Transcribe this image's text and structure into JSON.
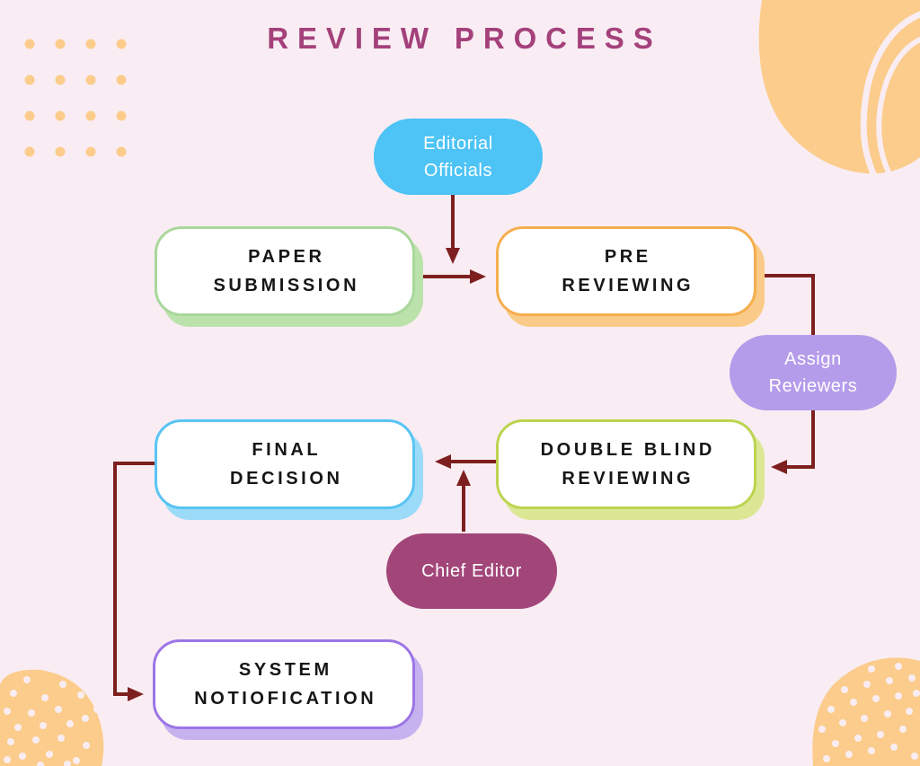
{
  "title": "REVIEW PROCESS",
  "colors": {
    "background": "#F9EDF3",
    "title": "#A4417B",
    "arrow": "#7E1F1F",
    "node_text": "#161616",
    "pill_text": "#FFFFFF",
    "editorial_fill": "#4EC3F5",
    "assign_fill": "#B59CEA",
    "chief_fill": "#A24679",
    "green_border": "#A9D79B",
    "green_shadow": "#BCE2AC",
    "orange_border": "#F6AE4E",
    "orange_shadow": "#FACB88",
    "lime_border": "#BCD450",
    "lime_shadow": "#DCE795",
    "blue_border": "#59C4F3",
    "blue_shadow": "#9BDBF8",
    "purple_border": "#9D75E6",
    "purple_shadow": "#C7B2F0",
    "deco_orange": "#FBCC8B"
  },
  "steps": {
    "paper_submission": {
      "line1": "PAPER",
      "line2": "SUBMISSION"
    },
    "pre_reviewing": {
      "line1": "PRE",
      "line2": "REVIEWING"
    },
    "double_blind_reviewing": {
      "line1": "DOUBLE BLIND",
      "line2": "REVIEWING"
    },
    "final_decision": {
      "line1": "FINAL",
      "line2": "DECISION"
    },
    "system_notification": {
      "line1": "SYSTEM",
      "line2": "NOTIOFICATION"
    }
  },
  "actors": {
    "editorial_officials": {
      "line1": "Editorial",
      "line2": "Officials"
    },
    "assign_reviewers": {
      "line1": "Assign",
      "line2": "Reviewers"
    },
    "chief_editor": {
      "line1": "Chief Editor"
    }
  }
}
